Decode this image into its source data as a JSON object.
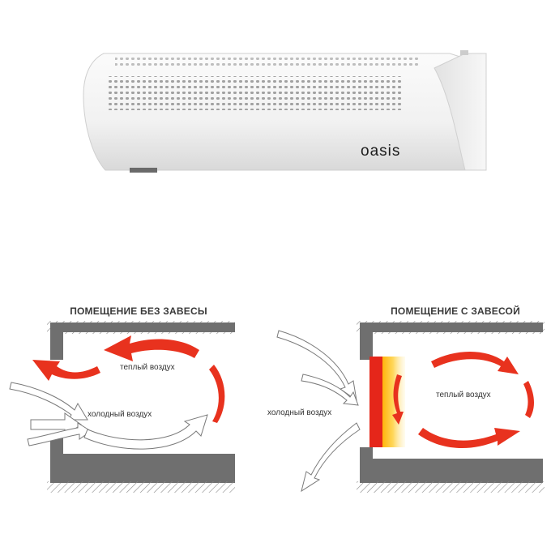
{
  "product": {
    "brand": "oasis"
  },
  "diagrams": {
    "without_curtain": {
      "title": "ПОМЕЩЕНИЕ БЕЗ ЗАВЕСЫ",
      "warm_label": "теплый воздух",
      "cold_label": "холодный воздух"
    },
    "with_curtain": {
      "title": "ПОМЕЩЕНИЕ С ЗАВЕСОЙ",
      "warm_label": "теплый воздух",
      "cold_label": "холодный воздух"
    }
  },
  "colors": {
    "wall": "#6f6f6f",
    "warm_arrow": "#e8321e",
    "cold_arrow_stroke": "#7a7a7a",
    "curtain_red": "#e5261a",
    "curtain_glow": "#ffd24a"
  }
}
